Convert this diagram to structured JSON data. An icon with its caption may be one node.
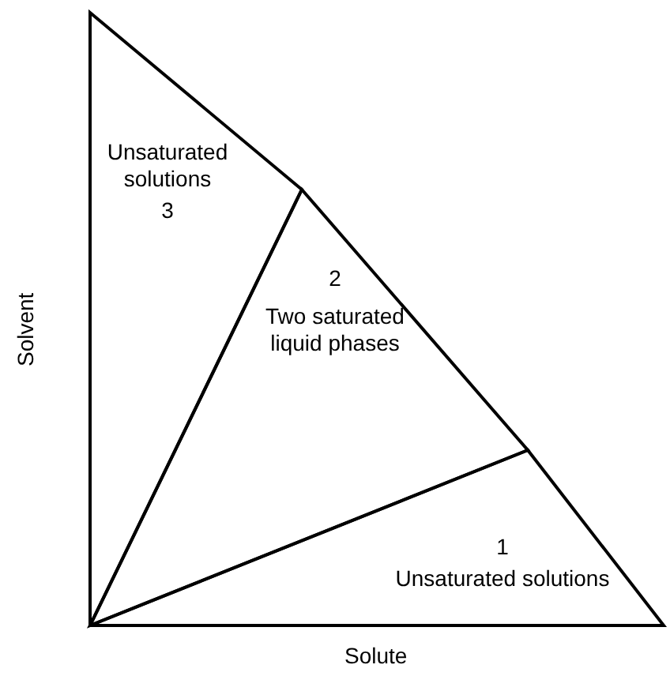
{
  "diagram": {
    "nodes": [
      {
        "text": [
          "Unsaturated solutions",
          "3"
        ]
      },
      {
        "text": [
          "2",
          "Two saturated liquid phases"
        ]
      },
      {
        "text": [
          "1",
          "Unsaturated solutions"
        ]
      }
    ],
    "labels": [
      "Solvent",
      "Solute"
    ]
  }
}
